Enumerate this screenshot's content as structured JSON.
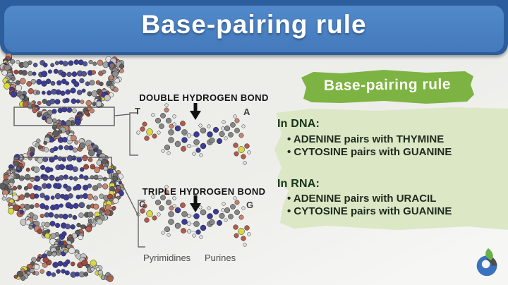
{
  "header": {
    "title": "Base-pairing rule"
  },
  "diagrams": {
    "double_bond": {
      "title": "DOUBLE HYDROGEN BOND",
      "left_base": "T",
      "right_base": "A"
    },
    "triple_bond": {
      "title": "TRIPLE HYDROGEN BOND",
      "left_base": "C",
      "right_base": "G"
    },
    "category_left": "Pyrimidines",
    "category_right": "Purines"
  },
  "panel": {
    "badge_label": "Base-pairing rule",
    "dna": {
      "heading": "In DNA:",
      "bullets": [
        "ADENINE pairs with THYMINE",
        "CYTOSINE pairs with GUANINE"
      ]
    },
    "rna": {
      "heading": "In RNA:",
      "bullets": [
        "ADENINE pairs with URACIL",
        "CYTOSINE pairs with GUANINE"
      ]
    }
  },
  "colors": {
    "header_blue": "#447abc",
    "header_blue_dark": "#2c5e9d",
    "badge_green": "#7cb342",
    "panel_green": "#dce7c5",
    "heading_green": "#16331a",
    "bullet_text": "#1f291f"
  }
}
